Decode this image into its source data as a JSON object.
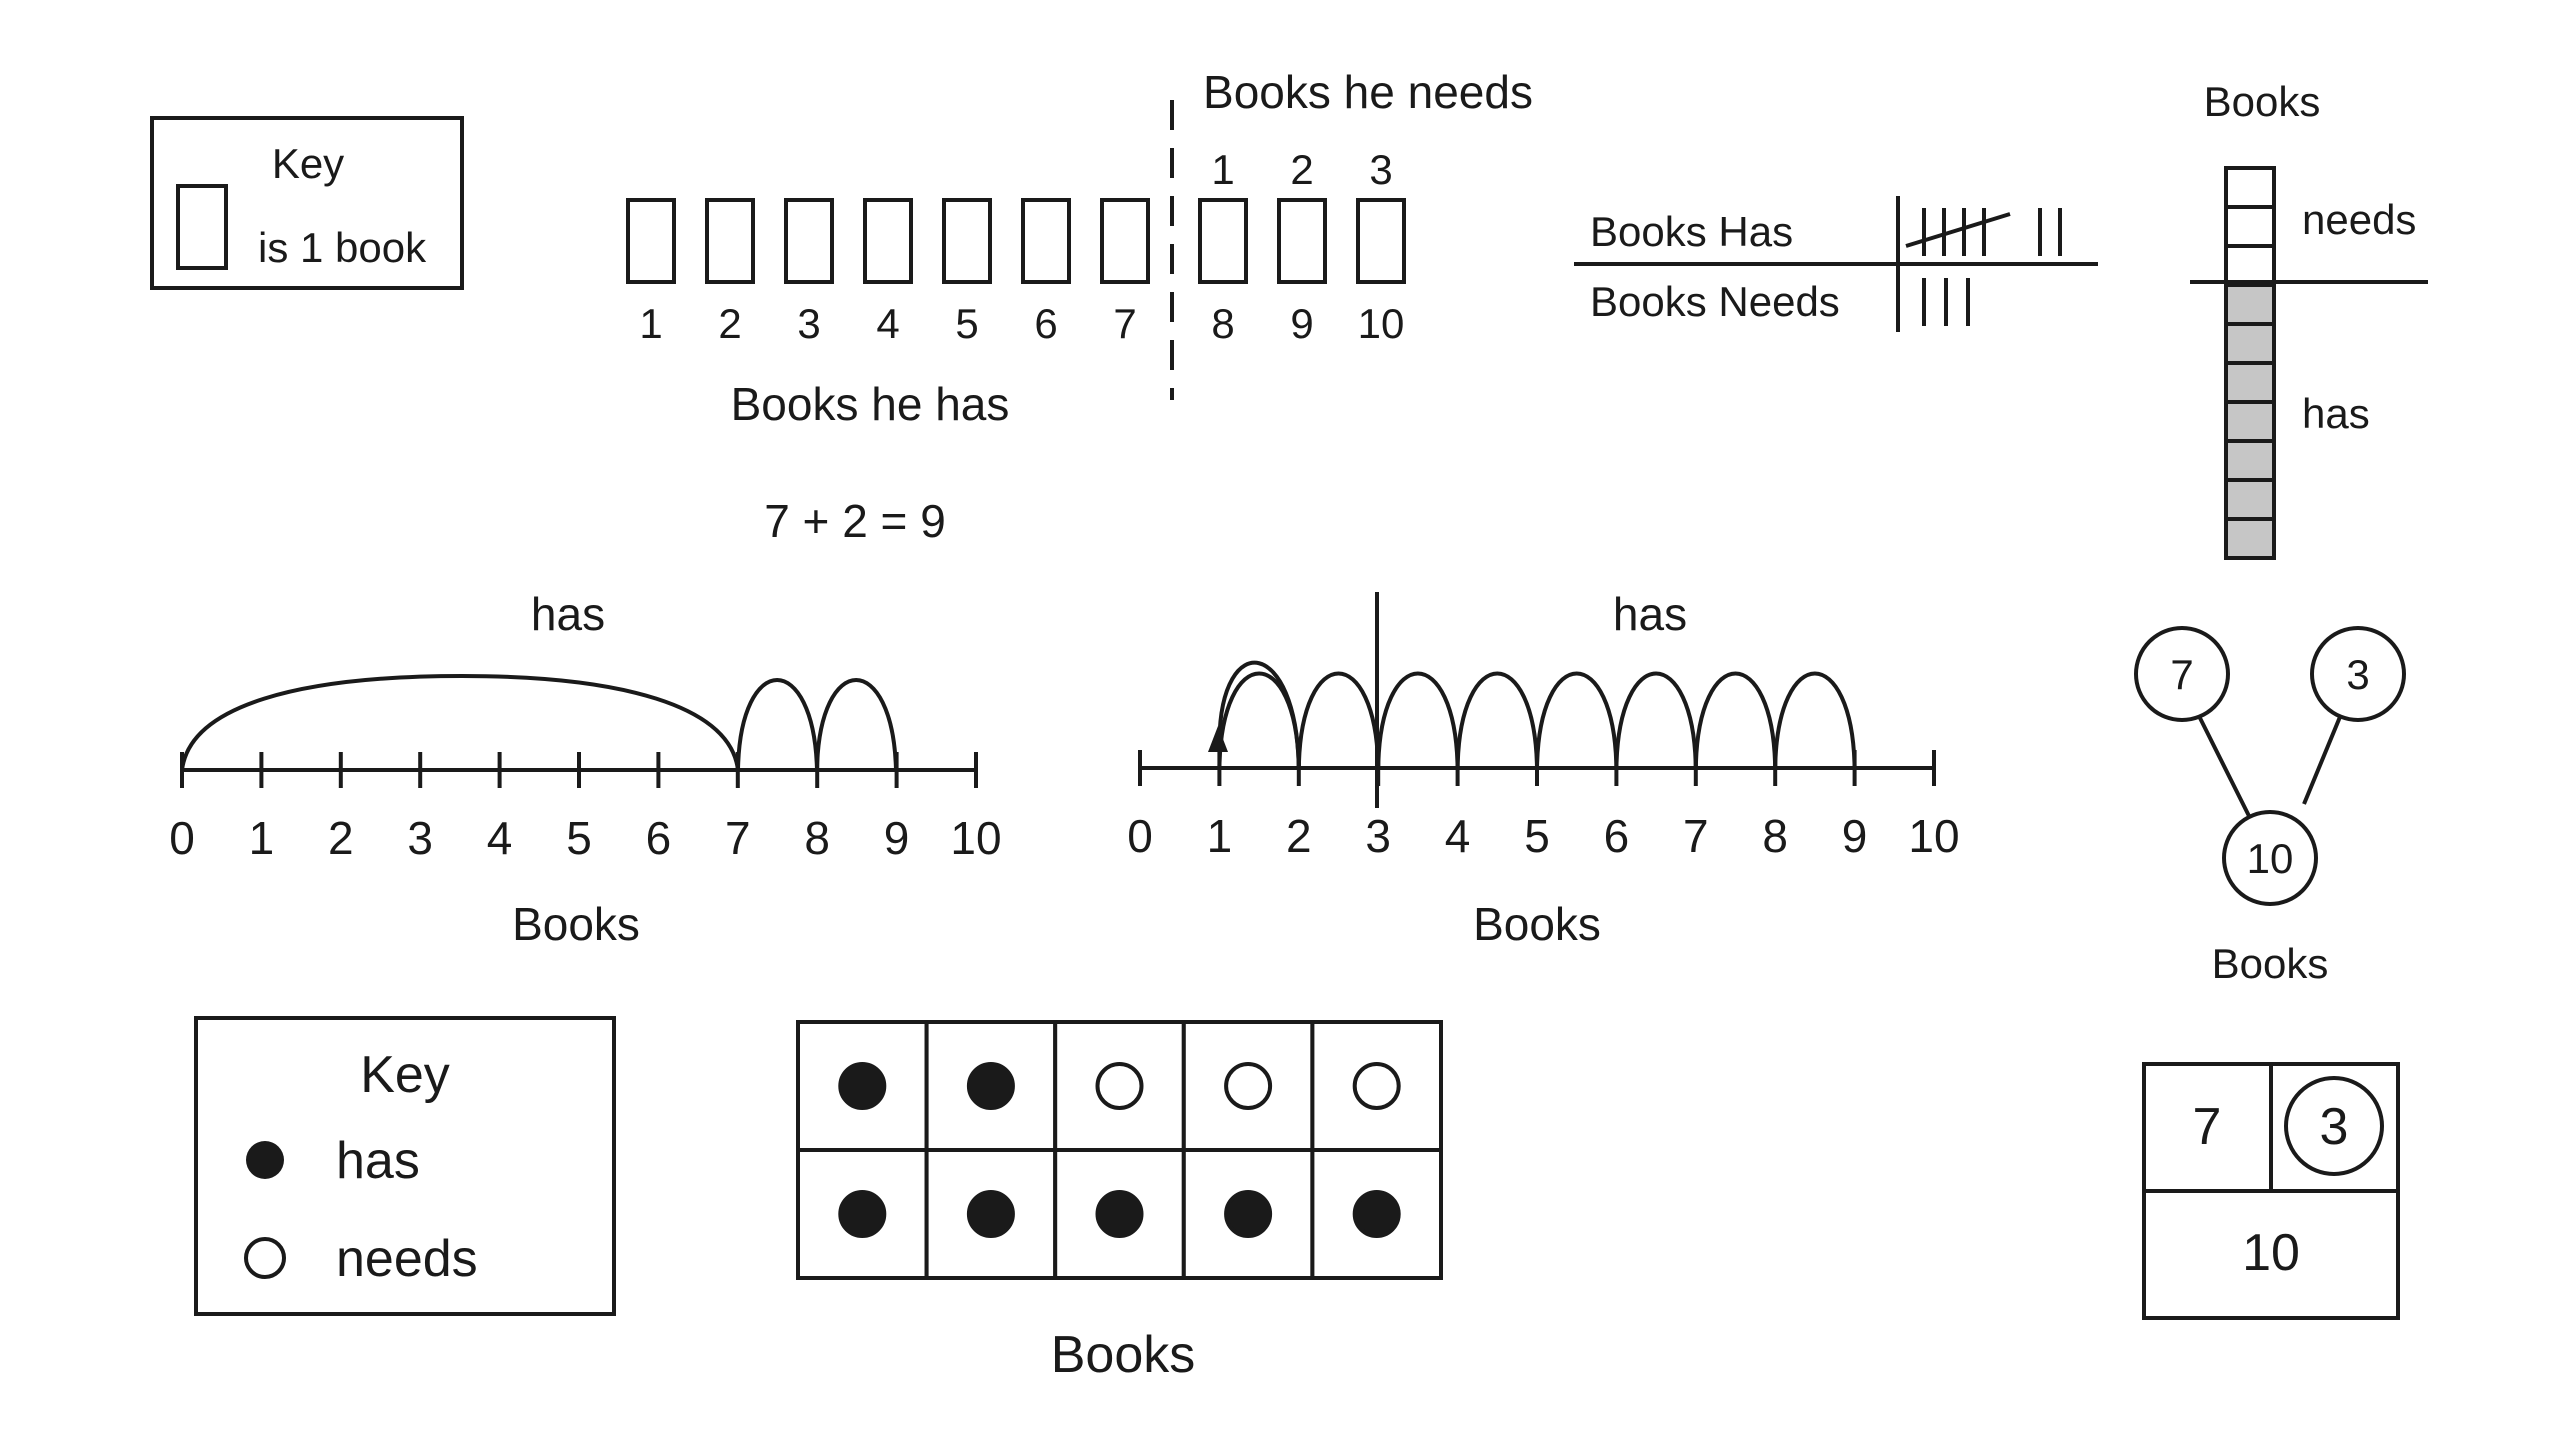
{
  "key1": {
    "title": "Key",
    "label": "is 1 book"
  },
  "book_row": {
    "top_label": "Books he needs",
    "bottom_label": "Books he has",
    "numbers": [
      "1",
      "2",
      "3",
      "4",
      "5",
      "6",
      "7",
      "8",
      "9",
      "10"
    ],
    "needs_numbers": [
      "1",
      "2",
      "3"
    ],
    "equation": "7 + 2 = 9"
  },
  "tally": {
    "row1_label": "Books Has",
    "row2_label": "Books Needs"
  },
  "bar": {
    "title": "Books",
    "needs_label": "needs",
    "has_label": "has",
    "needs_count": 3,
    "has_count": 7
  },
  "numberline1": {
    "arc_label": "has",
    "axis_label": "Books",
    "ticks": [
      "0",
      "1",
      "2",
      "3",
      "4",
      "5",
      "6",
      "7",
      "8",
      "9",
      "10"
    ]
  },
  "numberline2": {
    "arc_label": "has",
    "axis_label": "Books",
    "ticks": [
      "0",
      "1",
      "2",
      "3",
      "4",
      "5",
      "6",
      "7",
      "8",
      "9",
      "10"
    ]
  },
  "bond": {
    "part1": "7",
    "part2": "3",
    "whole": "10",
    "label": "Books"
  },
  "key2": {
    "title": "Key",
    "has_label": "has",
    "needs_label": "needs"
  },
  "tenframe": {
    "label": "Books",
    "row1": [
      "filled",
      "filled",
      "empty",
      "empty",
      "empty"
    ],
    "row2": [
      "filled",
      "filled",
      "filled",
      "filled",
      "filled"
    ]
  },
  "partwhole": {
    "part1": "7",
    "part2": "3",
    "whole": "10"
  }
}
